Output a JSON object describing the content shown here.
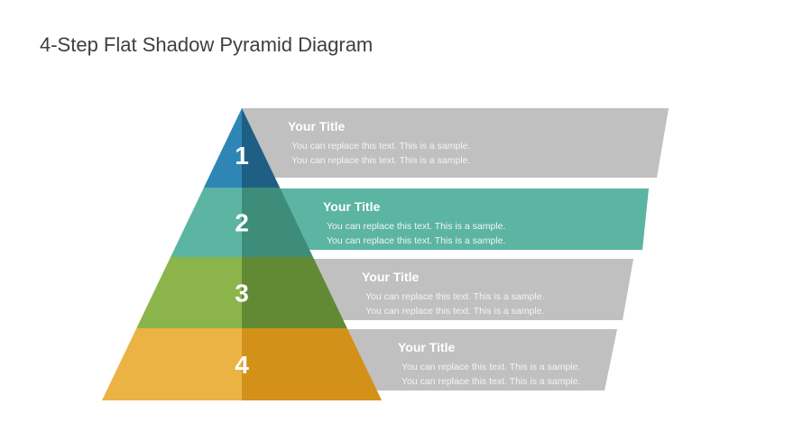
{
  "title": "4-Step Flat Shadow Pyramid Diagram",
  "steps": [
    {
      "number": "1",
      "title": "Your Title",
      "line1": "You can replace this text. This is a sample.",
      "line2": "You can replace this text. This is a sample.",
      "light": "#2E86B5",
      "dark": "#1F5F84",
      "banner": "#C0C0C0"
    },
    {
      "number": "2",
      "title": "Your Title",
      "line1": "You can replace this text. This is a sample.",
      "line2": "You can replace this text. This is a sample.",
      "light": "#5BB5A2",
      "dark": "#3E8C7A",
      "banner": "#5BB5A2"
    },
    {
      "number": "3",
      "title": "Your Title",
      "line1": "You can replace this text. This is a sample.",
      "line2": "You can replace this text. This is a sample.",
      "light": "#8BB54A",
      "dark": "#628A35",
      "banner": "#C0C0C0"
    },
    {
      "number": "4",
      "title": "Your Title",
      "line1": "You can replace this text. This is a sample.",
      "line2": "You can replace this text. This is a sample.",
      "light": "#EBB344",
      "dark": "#D39119",
      "banner": "#C0C0C0"
    }
  ]
}
